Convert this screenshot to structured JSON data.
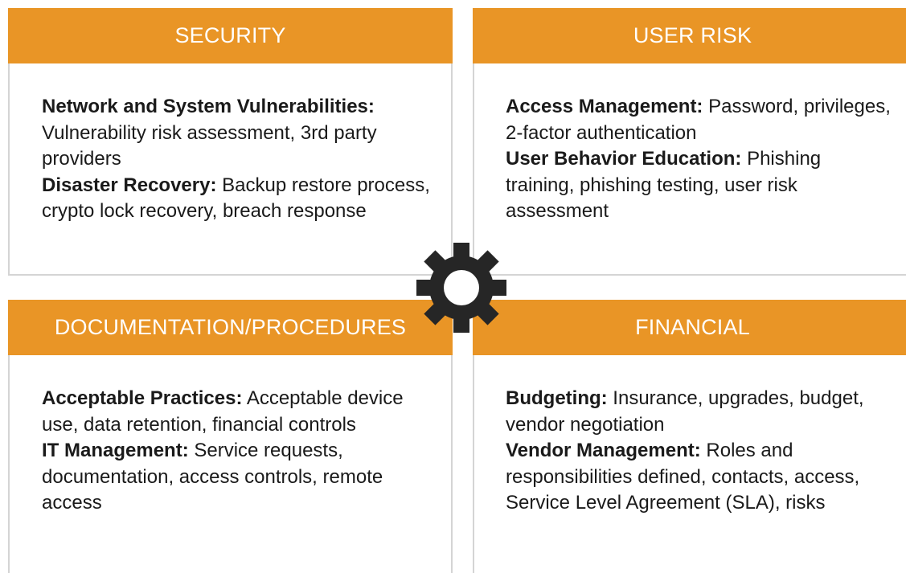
{
  "panels": [
    {
      "title": "SECURITY",
      "entries": [
        {
          "label": "Network and System Vulnerabilities:",
          "text": " Vulnerability risk assessment, 3rd party providers"
        },
        {
          "label": "Disaster Recovery:",
          "text": " Backup restore process, crypto lock recovery, breach response"
        }
      ]
    },
    {
      "title": "USER RISK",
      "entries": [
        {
          "label": "Access Management:",
          "text": " Password, privileges, 2-factor authentication"
        },
        {
          "label": "User Behavior Education:",
          "text": " Phishing training, phishing testing, user risk assessment"
        }
      ]
    },
    {
      "title": "DOCUMENTATION/PROCEDURES",
      "entries": [
        {
          "label": "Acceptable Practices:",
          "text": " Acceptable device use, data retention, financial controls"
        },
        {
          "label": "IT Management:",
          "text": " Service requests, documentation, access controls, remote access"
        }
      ]
    },
    {
      "title": "FINANCIAL",
      "entries": [
        {
          "label": "Budgeting:",
          "text": " Insurance, upgrades, budget, vendor negotiation"
        },
        {
          "label": "Vendor Management:",
          "text": " Roles and responsibilities defined, contacts, access, Service Level Agreement (SLA), risks"
        }
      ]
    }
  ],
  "colors": {
    "header": "#e99526",
    "header_text": "#ffffff",
    "border": "#d4d4d4",
    "gear": "#262626"
  },
  "center_icon": "gear-icon"
}
